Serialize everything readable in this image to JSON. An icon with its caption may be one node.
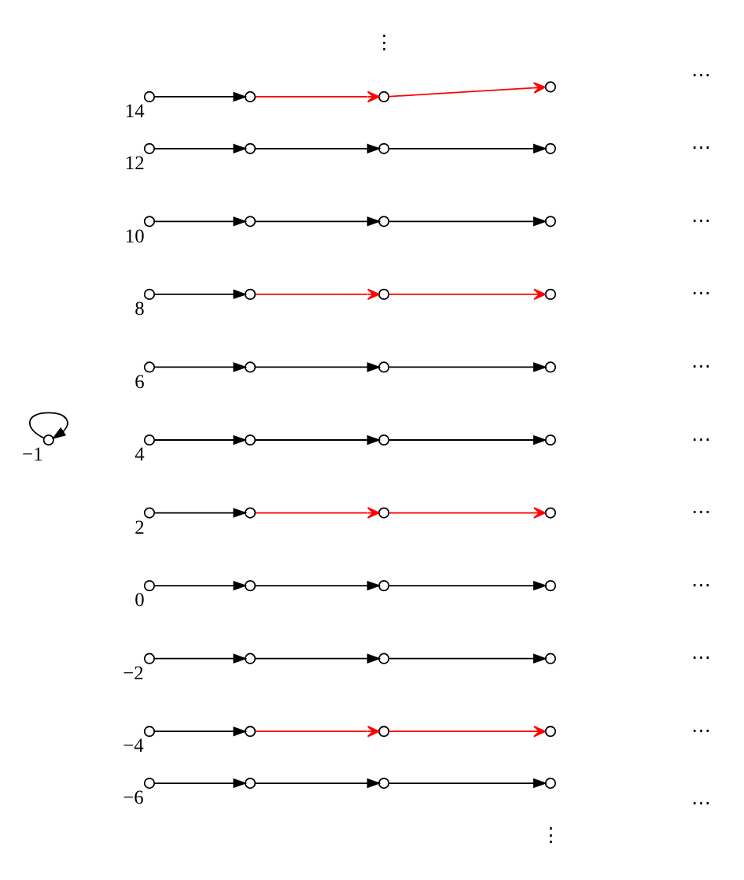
{
  "diagram": {
    "nodes": [
      {
        "text": [],
        "shape": "circle",
        "beside": [
          "14"
        ]
      },
      {
        "text": [],
        "shape": "circle"
      },
      {
        "text": [],
        "shape": "circle"
      },
      {
        "text": [],
        "shape": "circle"
      },
      {
        "text": [],
        "shape": "circle",
        "beside": [
          "12"
        ]
      },
      {
        "text": [],
        "shape": "circle"
      },
      {
        "text": [],
        "shape": "circle"
      },
      {
        "text": [],
        "shape": "circle"
      },
      {
        "text": [],
        "shape": "circle",
        "beside": [
          "10"
        ]
      },
      {
        "text": [],
        "shape": "circle"
      },
      {
        "text": [],
        "shape": "circle"
      },
      {
        "text": [],
        "shape": "circle"
      },
      {
        "text": [],
        "shape": "circle",
        "beside": [
          "8"
        ]
      },
      {
        "text": [],
        "shape": "circle"
      },
      {
        "text": [],
        "shape": "circle"
      },
      {
        "text": [],
        "shape": "circle"
      },
      {
        "text": [],
        "shape": "circle",
        "beside": [
          "6"
        ]
      },
      {
        "text": [],
        "shape": "circle"
      },
      {
        "text": [],
        "shape": "circle"
      },
      {
        "text": [],
        "shape": "circle"
      },
      {
        "text": [],
        "shape": "circle",
        "beside": [
          "4"
        ]
      },
      {
        "text": [],
        "shape": "circle"
      },
      {
        "text": [],
        "shape": "circle"
      },
      {
        "text": [],
        "shape": "circle"
      },
      {
        "text": [],
        "shape": "circle",
        "beside": [
          "2"
        ]
      },
      {
        "text": [],
        "shape": "circle"
      },
      {
        "text": [],
        "shape": "circle"
      },
      {
        "text": [],
        "shape": "circle"
      },
      {
        "text": [],
        "shape": "circle",
        "beside": [
          "−1"
        ]
      },
      {
        "text": [],
        "shape": "circle",
        "beside": [
          "0"
        ]
      },
      {
        "text": [],
        "shape": "circle"
      },
      {
        "text": [],
        "shape": "circle"
      },
      {
        "text": [],
        "shape": "circle"
      },
      {
        "text": [],
        "shape": "circle",
        "beside": [
          "−2"
        ]
      },
      {
        "text": [],
        "shape": "circle"
      },
      {
        "text": [],
        "shape": "circle"
      },
      {
        "text": [],
        "shape": "circle"
      },
      {
        "text": [],
        "shape": "circle",
        "beside": [
          "−4"
        ]
      },
      {
        "text": [],
        "shape": "circle"
      },
      {
        "text": [],
        "shape": "circle"
      },
      {
        "text": [],
        "shape": "circle"
      },
      {
        "text": [],
        "shape": "circle",
        "beside": [
          "−6"
        ]
      },
      {
        "text": [],
        "shape": "circle"
      },
      {
        "text": [],
        "shape": "circle"
      },
      {
        "text": [],
        "shape": "circle"
      }
    ],
    "edges": [
      {
        "from": 0,
        "to": 1,
        "arrow": "to"
      },
      {
        "from": 1,
        "to": 2,
        "arrow": "to",
        "color": "#ff0000"
      },
      {
        "from": 2,
        "to": 3,
        "arrow": "to",
        "color": "#ff0000"
      },
      {
        "from": 4,
        "to": 5,
        "arrow": "to"
      },
      {
        "from": 5,
        "to": 6,
        "arrow": "to"
      },
      {
        "from": 6,
        "to": 7,
        "arrow": "to"
      },
      {
        "from": 8,
        "to": 9,
        "arrow": "to"
      },
      {
        "from": 9,
        "to": 10,
        "arrow": "to"
      },
      {
        "from": 10,
        "to": 11,
        "arrow": "to"
      },
      {
        "from": 12,
        "to": 13,
        "arrow": "to"
      },
      {
        "from": 13,
        "to": 14,
        "arrow": "to",
        "color": "#ff0000"
      },
      {
        "from": 14,
        "to": 15,
        "arrow": "to",
        "color": "#ff0000"
      },
      {
        "from": 16,
        "to": 17,
        "arrow": "to"
      },
      {
        "from": 17,
        "to": 18,
        "arrow": "to"
      },
      {
        "from": 18,
        "to": 19,
        "arrow": "to"
      },
      {
        "from": 20,
        "to": 21,
        "arrow": "to"
      },
      {
        "from": 21,
        "to": 22,
        "arrow": "to"
      },
      {
        "from": 22,
        "to": 23,
        "arrow": "to"
      },
      {
        "from": 24,
        "to": 25,
        "arrow": "to"
      },
      {
        "from": 25,
        "to": 26,
        "arrow": "to",
        "color": "#ff0000"
      },
      {
        "from": 26,
        "to": 27,
        "arrow": "to",
        "color": "#ff0000"
      },
      {
        "from": 28,
        "to": 28,
        "arrow": "to"
      },
      {
        "from": 29,
        "to": 30,
        "arrow": "to"
      },
      {
        "from": 30,
        "to": 31,
        "arrow": "to"
      },
      {
        "from": 31,
        "to": 32,
        "arrow": "to"
      },
      {
        "from": 33,
        "to": 34,
        "arrow": "to"
      },
      {
        "from": 34,
        "to": 35,
        "arrow": "to"
      },
      {
        "from": 35,
        "to": 36,
        "arrow": "to"
      },
      {
        "from": 37,
        "to": 38,
        "arrow": "to"
      },
      {
        "from": 38,
        "to": 39,
        "arrow": "to",
        "color": "#ff0000"
      },
      {
        "from": 39,
        "to": 40,
        "arrow": "to",
        "color": "#ff0000"
      },
      {
        "from": 41,
        "to": 42,
        "arrow": "to"
      },
      {
        "from": 42,
        "to": 43,
        "arrow": "to"
      },
      {
        "from": 43,
        "to": 44,
        "arrow": "to"
      }
    ],
    "labels": [
      "⋮",
      "⋯",
      "⋯",
      "⋯",
      "⋯",
      "⋯",
      "⋯",
      "⋯",
      "⋯",
      "⋯",
      "⋯",
      "⋯",
      "⋮"
    ]
  }
}
